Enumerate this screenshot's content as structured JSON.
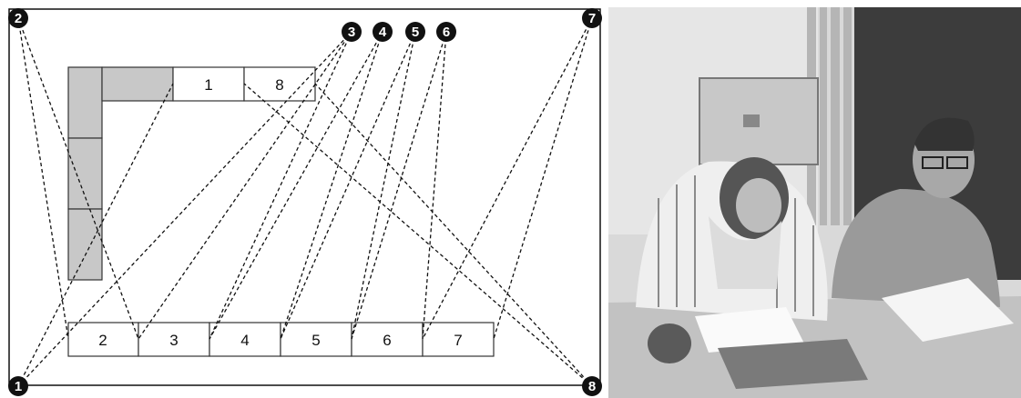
{
  "diagram": {
    "top_row_labels": [
      "1",
      "8"
    ],
    "bottom_row_labels": [
      "2",
      "3",
      "4",
      "5",
      "6",
      "7"
    ],
    "markers": [
      "1",
      "2",
      "3",
      "4",
      "5",
      "6",
      "7",
      "8"
    ]
  },
  "photo": {
    "description_icons": [
      "person-woman-writing",
      "person-man-writing",
      "paper-sheets",
      "pencil-case",
      "folder"
    ]
  }
}
